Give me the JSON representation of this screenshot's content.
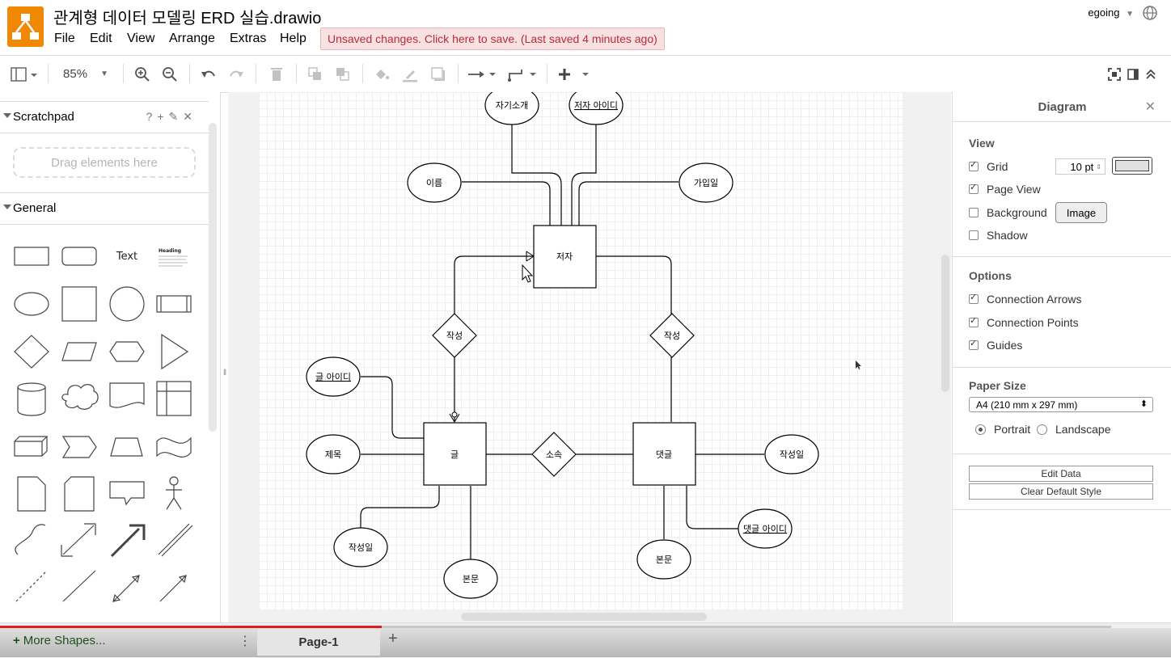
{
  "app": {
    "title": "관계형 데이터 모델링 ERD 실습.drawio",
    "unsaved_message": "Unsaved changes. Click here to save. (Last saved 4 minutes ago)",
    "user": "egoing",
    "accent": "#f08705"
  },
  "menu": [
    "File",
    "Edit",
    "View",
    "Arrange",
    "Extras",
    "Help"
  ],
  "toolbar": {
    "zoom": "85%"
  },
  "left_panel": {
    "scratchpad_title": "Scratchpad",
    "scratchpad_icons": [
      "?",
      "+",
      "✎",
      "✕"
    ],
    "drag_hint": "Drag elements here",
    "general_title": "General",
    "text_shape_label": "Text",
    "heading_shape_label": "Heading"
  },
  "diagram": {
    "entities": {
      "author": "저자",
      "post": "글",
      "comment": "댓글"
    },
    "relationships": {
      "writes_left": "작성",
      "writes_right": "작성",
      "belongs": "소속"
    },
    "attributes": {
      "intro": "자기소개",
      "author_id": "저자 아이디",
      "name": "이름",
      "joined": "가입일",
      "post_id": "글 아이디",
      "title": "제목",
      "post_date": "작성일",
      "post_body": "본문",
      "comment_date": "작성일",
      "comment_id": "댓글 아이디",
      "comment_body": "본문"
    }
  },
  "right_panel": {
    "title": "Diagram",
    "view_heading": "View",
    "grid_label": "Grid",
    "grid_size": "10 pt",
    "page_view_label": "Page View",
    "background_label": "Background",
    "image_button": "Image",
    "shadow_label": "Shadow",
    "options_heading": "Options",
    "connection_arrows": "Connection Arrows",
    "connection_points": "Connection Points",
    "guides": "Guides",
    "paper_size_heading": "Paper Size",
    "paper_size_value": "A4 (210 mm x 297 mm)",
    "portrait": "Portrait",
    "landscape": "Landscape",
    "edit_data": "Edit Data",
    "clear_default_style": "Clear Default Style"
  },
  "footer": {
    "more_shapes": "More Shapes...",
    "page_tab": "Page-1"
  }
}
